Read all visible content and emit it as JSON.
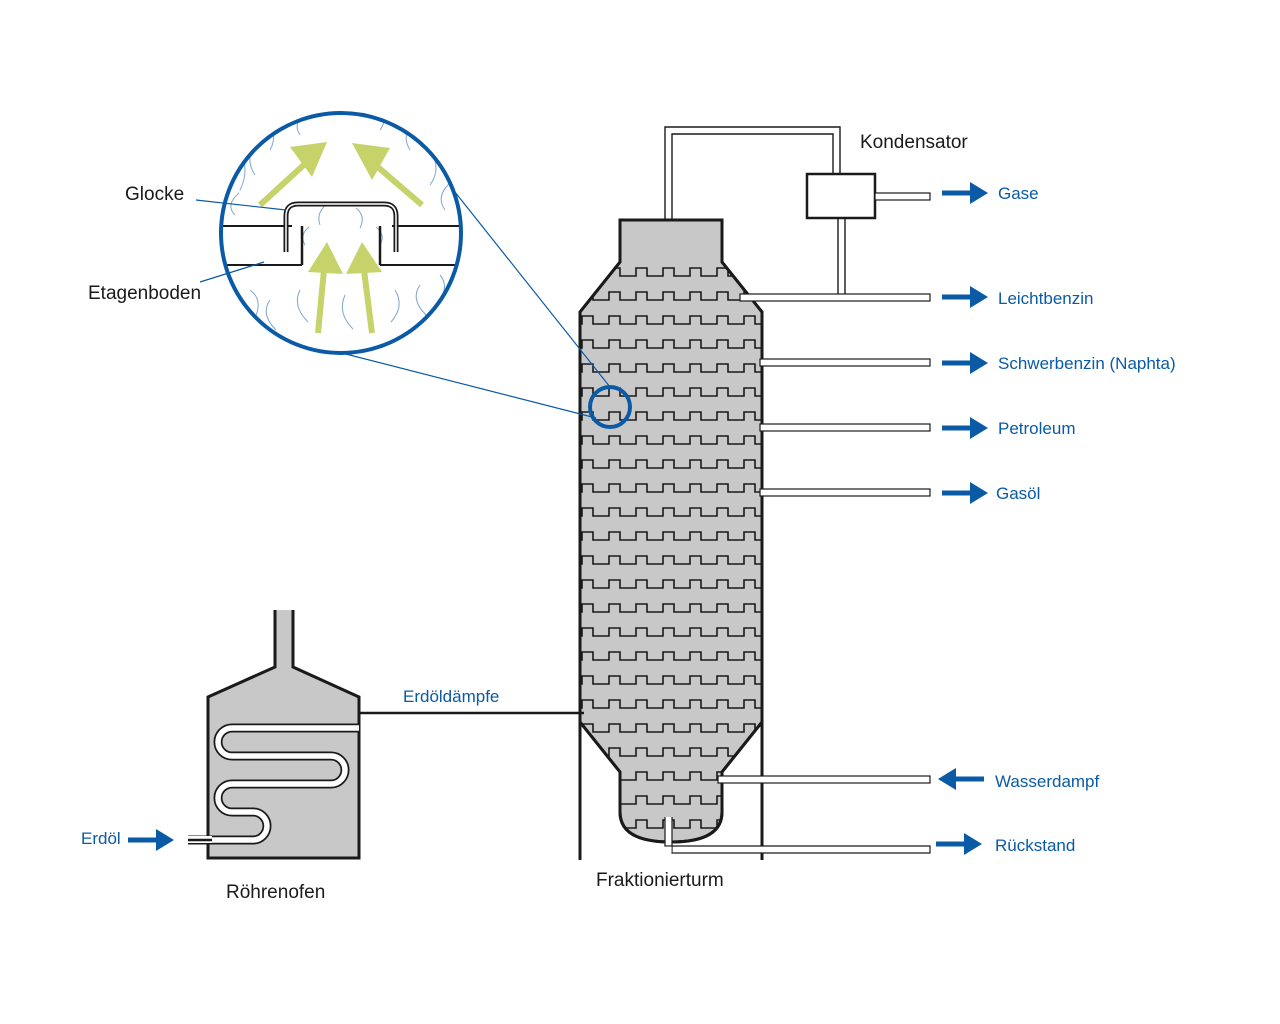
{
  "colors": {
    "accent_blue": "#0b5aa6",
    "tower_fill": "#c8c8c8",
    "vapor_arrow": "#c6d36a",
    "outline": "#1a1a1a"
  },
  "labels": {
    "kondensator": "Kondensator",
    "fraktionierturm": "Fraktionierturm",
    "roehrenofen": "Röhrenofen",
    "glocke": "Glocke",
    "etagenboden": "Etagenboden",
    "erdoel_daempfe": "Erdöldämpfe",
    "erdoel": "Erdöl"
  },
  "products": [
    {
      "label": "Gase",
      "direction": "out"
    },
    {
      "label": "Leichtbenzin",
      "direction": "out"
    },
    {
      "label": "Schwerbenzin (Naphta)",
      "direction": "out"
    },
    {
      "label": "Petroleum",
      "direction": "out"
    },
    {
      "label": "Gasöl",
      "direction": "out"
    },
    {
      "label": "Wasserdampf",
      "direction": "in"
    },
    {
      "label": "Rückstand",
      "direction": "out"
    }
  ],
  "icons": {
    "flow_arrow": "arrow-right-icon",
    "inflow_arrow": "arrow-left-icon",
    "vapor_arrow": "vapor-arrow-icon"
  }
}
